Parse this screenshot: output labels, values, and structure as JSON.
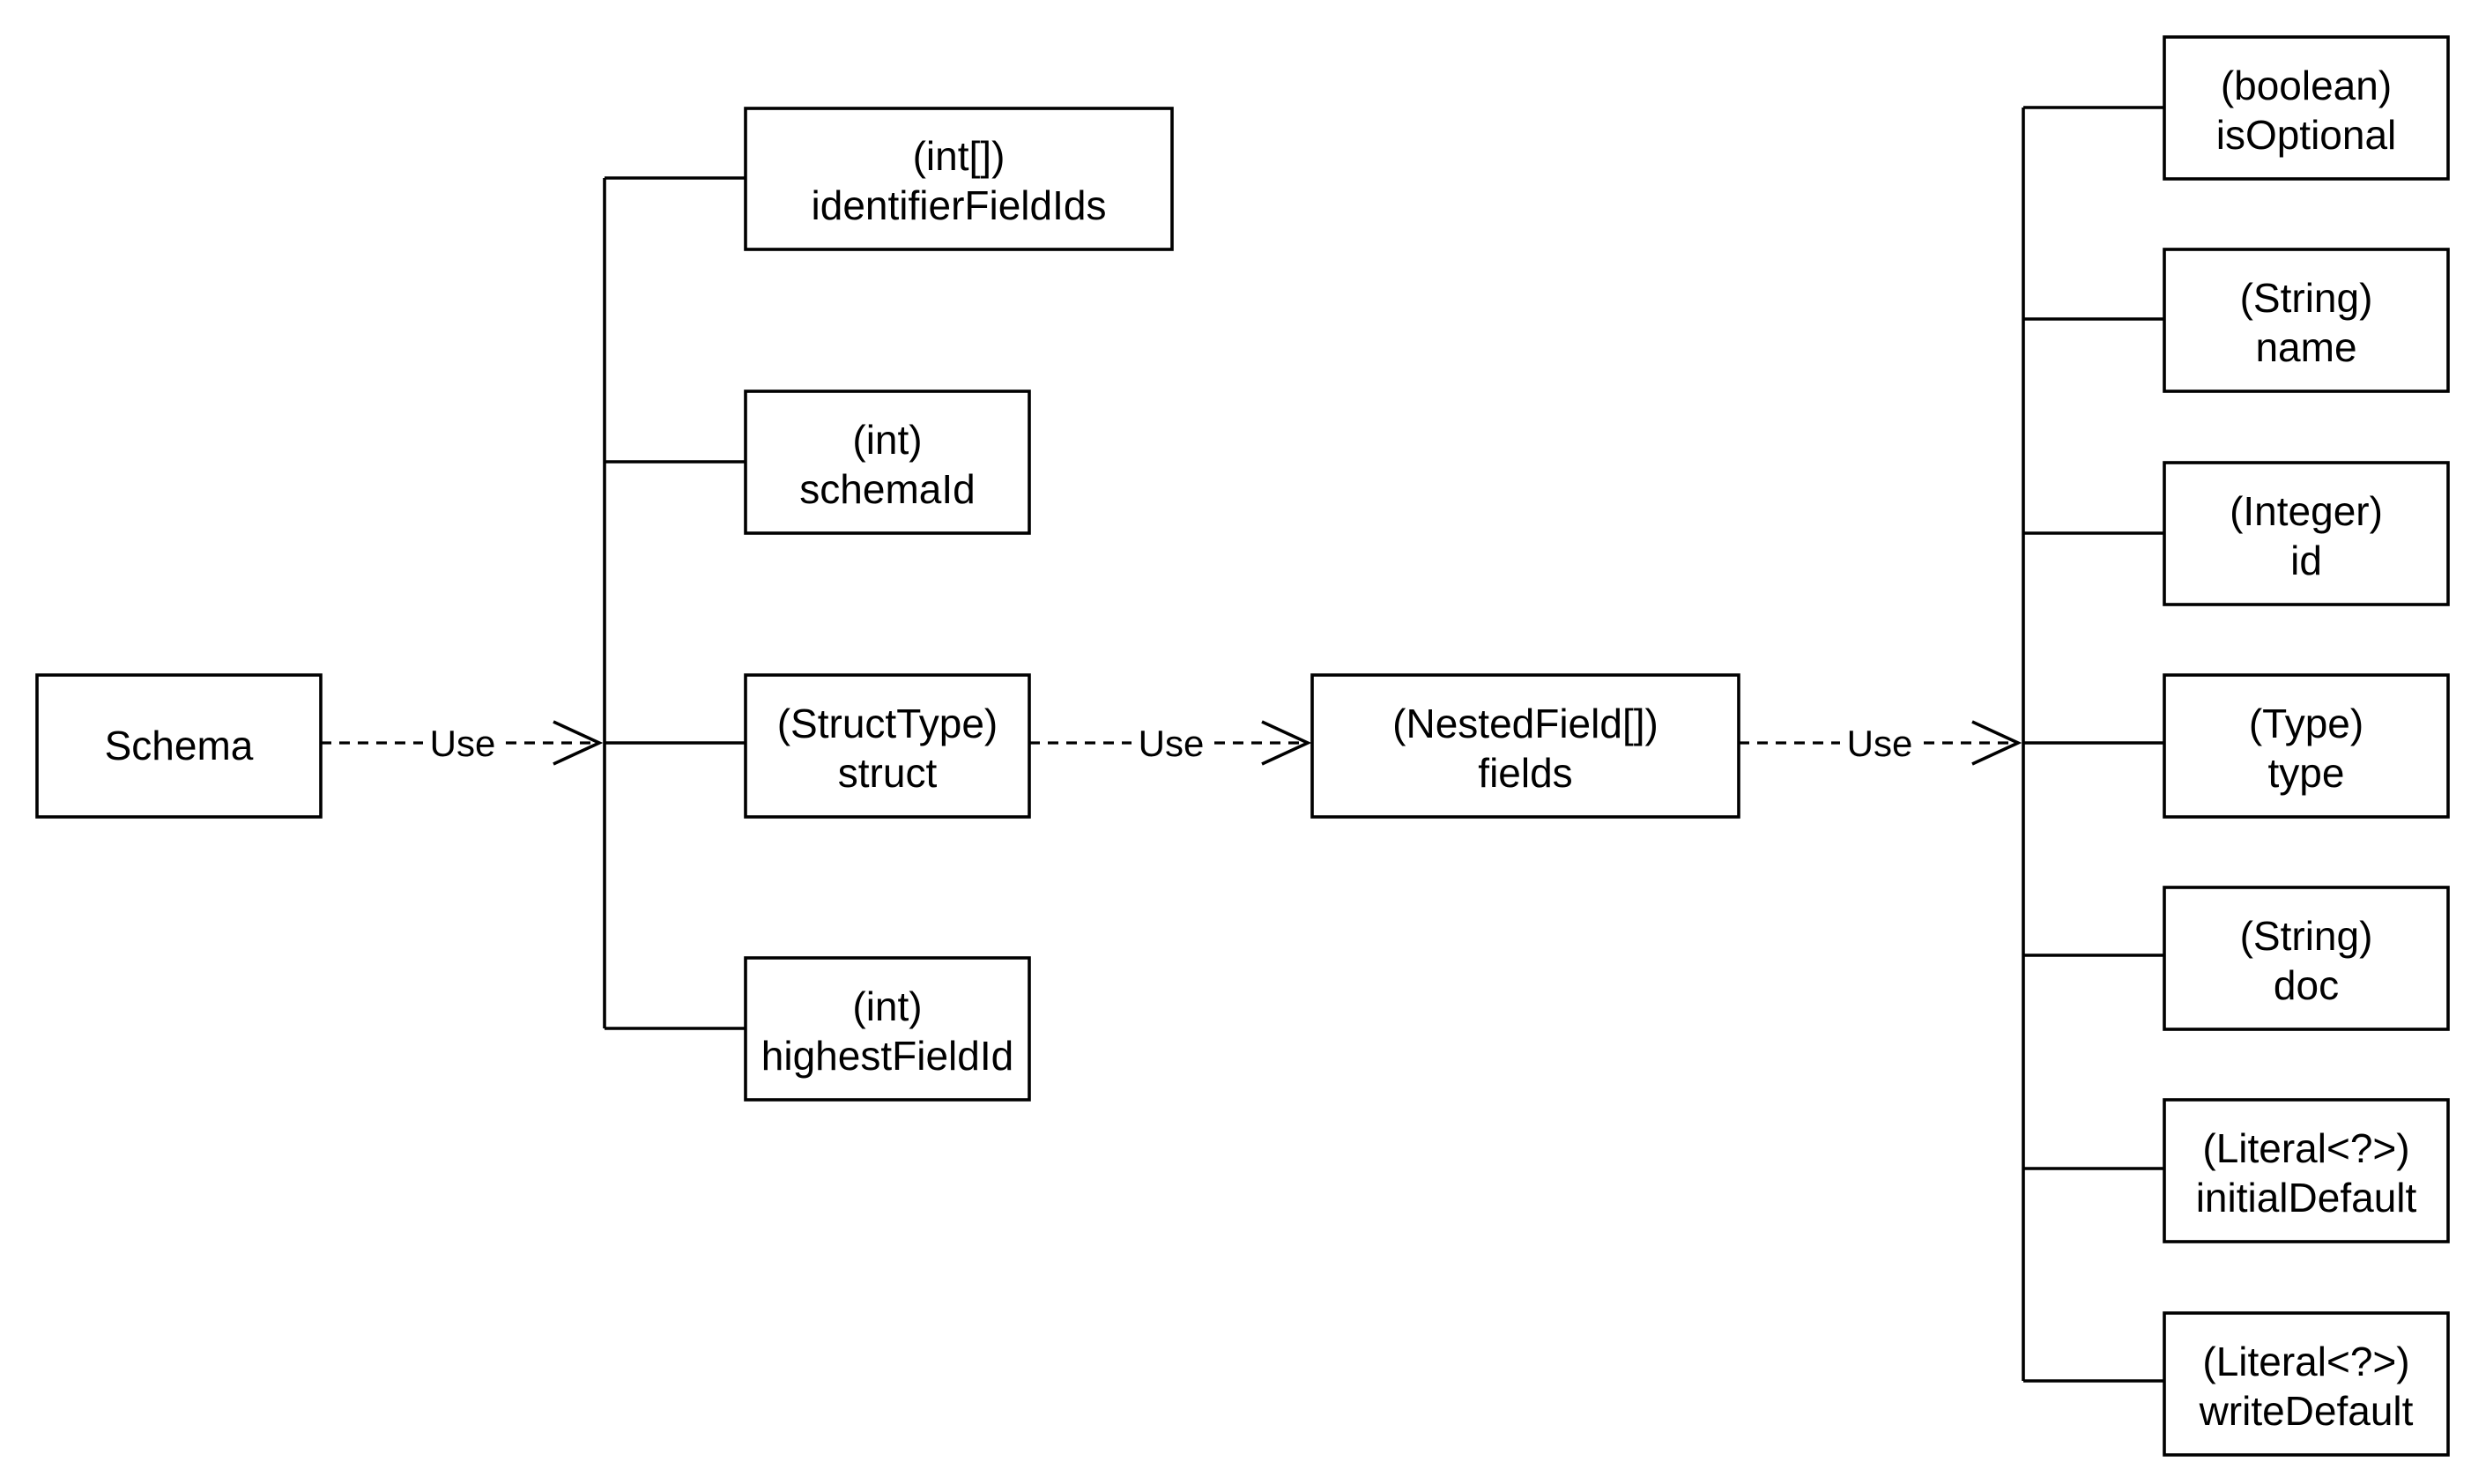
{
  "diagram": {
    "nodes": {
      "schema": {
        "lines": [
          "Schema"
        ]
      },
      "identifier_field_ids": {
        "lines": [
          "(int[])",
          "identifierFieldIds"
        ]
      },
      "schema_id": {
        "lines": [
          "(int)",
          "schemaId"
        ]
      },
      "struct": {
        "lines": [
          "(StructType)",
          "struct"
        ]
      },
      "highest_field_id": {
        "lines": [
          "(int)",
          "highestFieldId"
        ]
      },
      "fields": {
        "lines": [
          "(NestedField[])",
          "fields"
        ]
      },
      "is_optional": {
        "lines": [
          "(boolean)",
          "isOptional"
        ]
      },
      "name": {
        "lines": [
          "(String)",
          "name"
        ]
      },
      "id": {
        "lines": [
          "(Integer)",
          "id"
        ]
      },
      "type": {
        "lines": [
          "(Type)",
          "type"
        ]
      },
      "doc": {
        "lines": [
          "(String)",
          "doc"
        ]
      },
      "initial_default": {
        "lines": [
          "(Literal<?>)",
          "initialDefault"
        ]
      },
      "write_default": {
        "lines": [
          "(Literal<?>)",
          "writeDefault"
        ]
      }
    },
    "edges": {
      "schema_use": {
        "label": "Use"
      },
      "struct_use": {
        "label": "Use"
      },
      "fields_use": {
        "label": "Use"
      }
    }
  }
}
